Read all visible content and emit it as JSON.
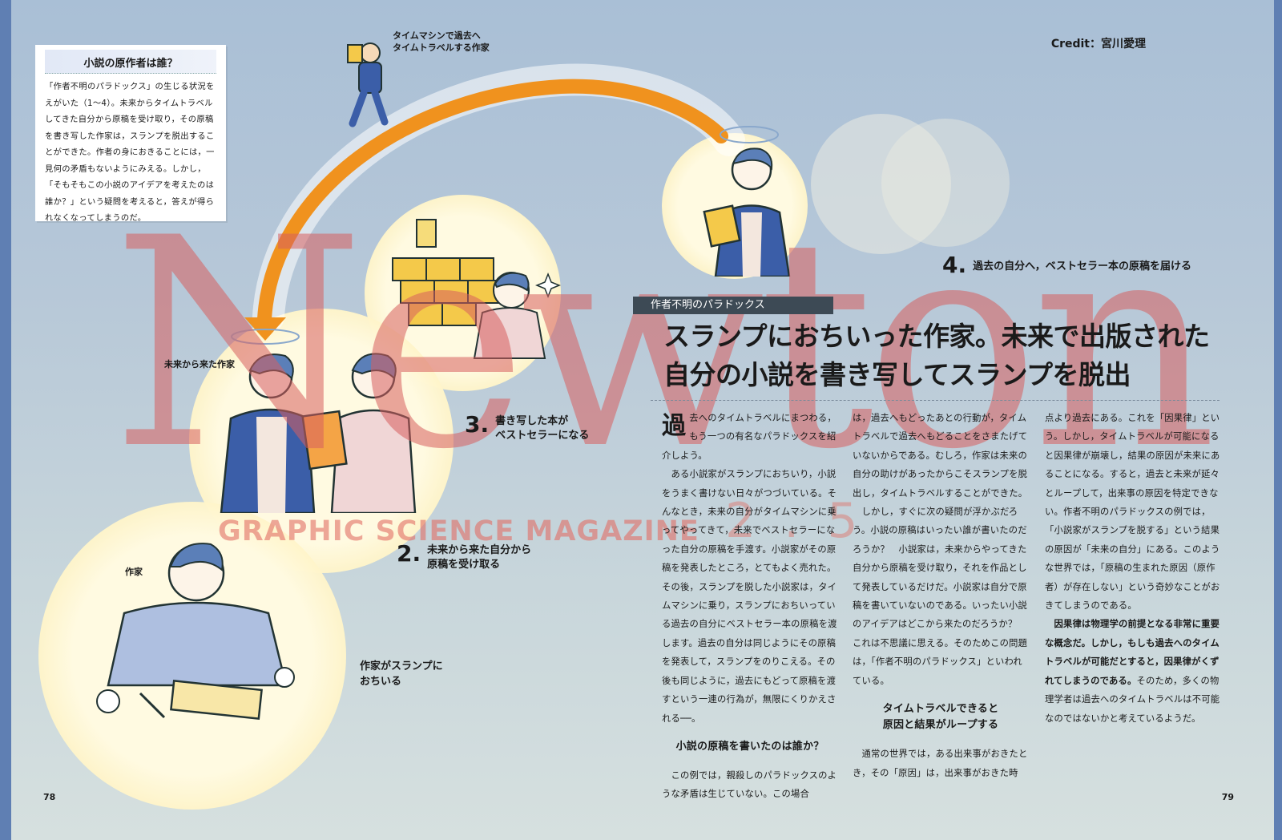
{
  "credit": "Credit：宮川愛理",
  "watermark": {
    "brand": "Newton",
    "tagline": "GRAPHIC SCIENCE MAGAZINE",
    "nums": "2 . 5"
  },
  "sidebar": {
    "title": "小説の原作者は誰？",
    "body": "「作者不明のパラドックス」の生じる状況をえがいた（1〜4）。未来からタイムトラベルしてきた自分から原稿を受け取り，その原稿を書き写した作家は，スランプを脱出することができた。作者の身におきることには，一見何の矛盾もないようにみえる。しかし，「そもそもこの小説のアイデアを考えたのは誰か？」という疑問を考えると，答えが得られなくなってしまうのだ。"
  },
  "illustration_labels": {
    "time_machine": "タイムマシンで過去へ\nタイムトラベルする作家",
    "from_future": "未来から来た作家",
    "writer": "作家",
    "slump": "作家がスランプに\nおちいる"
  },
  "steps": [
    {
      "num": "2.",
      "text": "未来から来た自分から\n原稿を受け取る"
    },
    {
      "num": "3.",
      "text": "書き写した本が\nベストセラーになる"
    },
    {
      "num": "4.",
      "text": "過去の自分へ，ベストセラー本の原稿を届ける"
    }
  ],
  "article": {
    "kicker": "作者不明のパラドックス",
    "headline_line1": "スランプにおちいった作家。未来で出版された",
    "headline_line2": "自分の小説を書き写してスランプを脱出",
    "dropcap": "過",
    "col1_p1": "去へのタイムトラベルにまつわる，もう一つの有名なパラドックスを紹介しよう。",
    "col1_p2": "　ある小説家がスランプにおちいり，小説をうまく書けない日々がつづいている。そんなとき，未来の自分がタイムマシンに乗ってやってきて，未来でベストセラーになった自分の原稿を手渡す。小説家がその原稿を発表したところ，とてもよく売れた。その後，スランプを脱した小説家は，タイムマシンに乗り，スランプにおちいっている過去の自分にベストセラー本の原稿を渡します。過去の自分は同じようにその原稿を発表して，スランプをのりこえる。その後も同じように，過去にもどって原稿を渡すという一連の行為が，無限にくりかえされる──。",
    "col1_sub": "小説の原稿を書いたのは誰か？",
    "col1_p3": "　この例では，親殺しのパラドックスのような矛盾は生じていない。この場合",
    "col2_p1": "は，過去へもどったあとの行動が，タイムトラベルで過去へもどることをさまたげていないからである。むしろ，作家は未来の自分の助けがあったからこそスランプを脱出し，タイムトラベルすることができた。",
    "col2_p2": "　しかし，すぐに次の疑問が浮かぶだろう。小説の原稿はいったい誰が書いたのだろうか？　小説家は，未来からやってきた自分から原稿を受け取り，それを作品として発表しているだけだ。小説家は自分で原稿を書いていないのである。いったい小説のアイデアはどこから来たのだろうか？　これは不思議に思える。そのためこの問題は，「作者不明のパラドックス」といわれている。",
    "col2_sub": "タイムトラベルできると\n原因と結果がループする",
    "col2_p3": "　通常の世界では，ある出来事がおきたとき，その「原因」は，出来事がおきた時",
    "col3_p1": "点より過去にある。これを「因果律」という。しかし，タイムトラベルが可能になると因果律が崩壊し，結果の原因が未来にあることになる。すると，過去と未来が延々とループして，出来事の原因を特定できない。作者不明のパラドックスの例では，「小説家がスランプを脱する」という結果の原因が「未来の自分」にある。このような世界では，「原稿の生まれた原因（原作者）が存在しない」という奇妙なことがおきてしまうのである。",
    "col3_p2": "　因果律は物理学の前提となる非常に重要な概念だ。しかし，もしも過去へのタイムトラベルが可能だとすると，因果律がくずれてしまうのである。",
    "col3_p3": "そのため，多くの物理学者は過去へのタイムトラベルは不可能なのではないかと考えているようだ。"
  },
  "page_numbers": {
    "left": "78",
    "right": "79"
  },
  "colors": {
    "accent_orange": "#f0921e",
    "kicker_bg": "#3d4a55",
    "page_edge": "#5f7fb3",
    "watermark": "#d75f5f"
  }
}
